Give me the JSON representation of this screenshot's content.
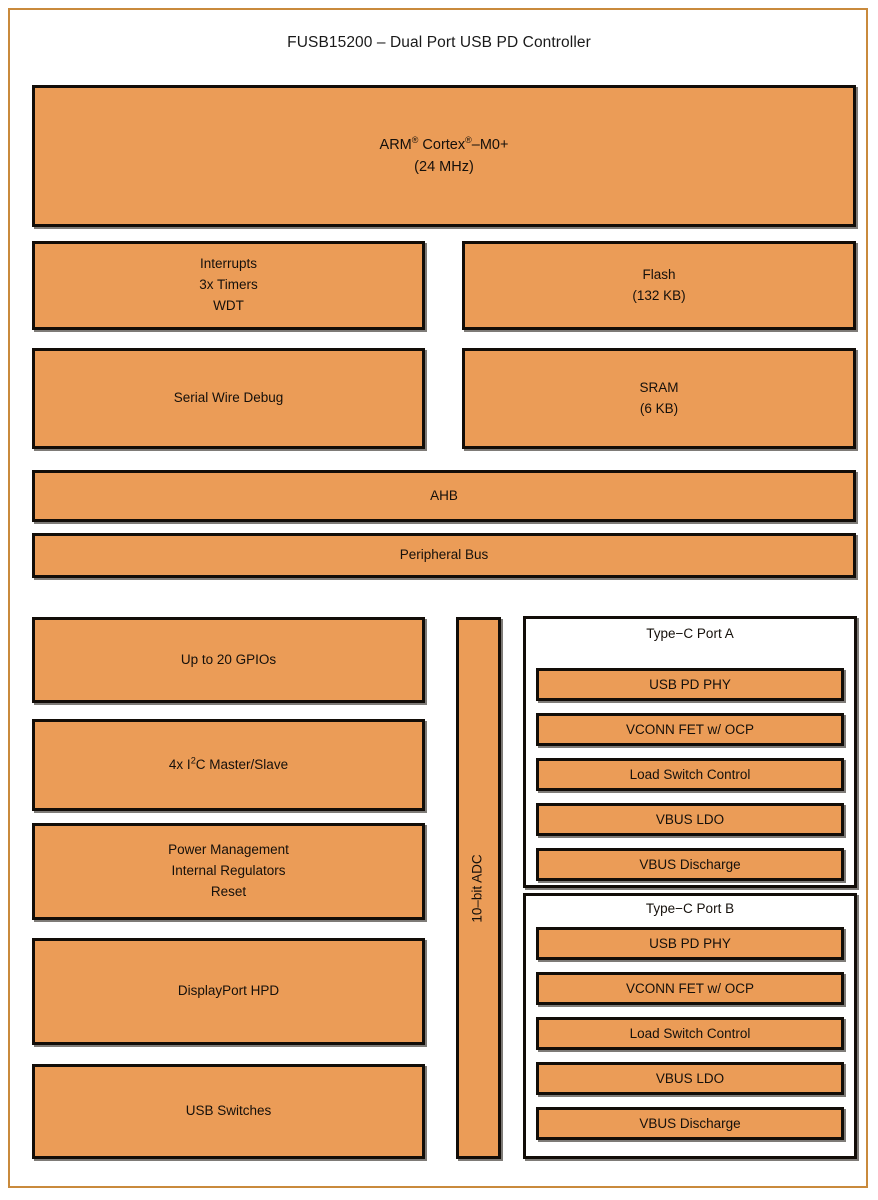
{
  "title": "FUSB15200 – Dual Port USB PD Controller",
  "colors": {
    "block_fill": "#EB9C57",
    "block_border": "#120D08",
    "page_frame": "#C98A3C",
    "page_background": "#FFFFFF",
    "text": "#15100B"
  },
  "core": {
    "name_prefix": "ARM",
    "name_middle": " Cortex",
    "name_suffix": "–M0+",
    "registered_symbol": "®",
    "clock": "(24 MHz)"
  },
  "system_blocks": {
    "interrupts": {
      "line1": "Interrupts",
      "line2": "3x Timers",
      "line3": "WDT"
    },
    "flash": {
      "line1": "Flash",
      "line2": "(132 KB)"
    },
    "serial_wire_debug": {
      "line1": "Serial Wire Debug"
    },
    "sram": {
      "line1": "SRAM",
      "line2": "(6 KB)"
    }
  },
  "buses": {
    "ahb": "AHB",
    "peripheral_bus": "Peripheral Bus"
  },
  "peripherals": {
    "gpio": "Up to 20 GPIOs",
    "i2c_prefix": "4x I",
    "i2c_superscript": "2",
    "i2c_suffix": "C Master/Slave",
    "power": {
      "line1": "Power Management",
      "line2": "Internal Regulators",
      "line3": "Reset"
    },
    "displayport_hpd": "DisplayPort HPD",
    "usb_switches": "USB Switches"
  },
  "adc": {
    "label": "10–bit ADC"
  },
  "ports": [
    {
      "header": "Type−C Port A",
      "rows": [
        "USB PD PHY",
        "VCONN FET w/ OCP",
        "Load Switch Control",
        "VBUS LDO",
        "VBUS Discharge"
      ]
    },
    {
      "header": "Type−C Port B",
      "rows": [
        "USB PD PHY",
        "VCONN FET w/ OCP",
        "Load Switch Control",
        "VBUS LDO",
        "VBUS Discharge"
      ]
    }
  ]
}
